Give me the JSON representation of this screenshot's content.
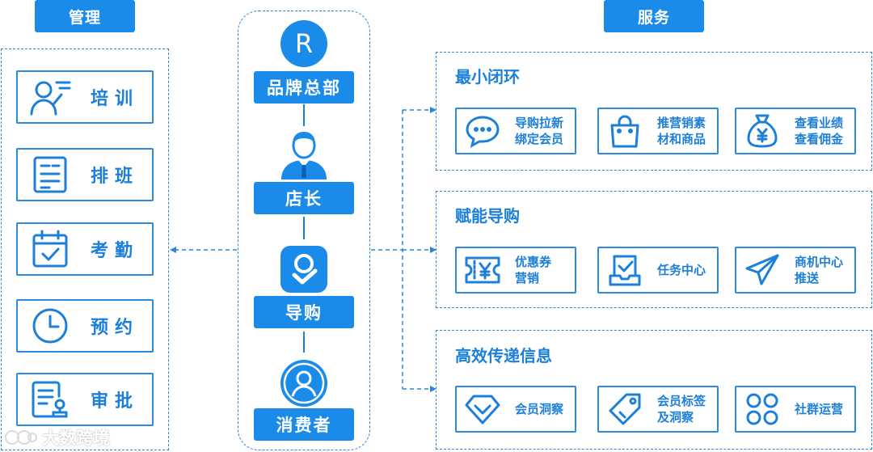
{
  "headers": {
    "management": "管理",
    "services": "服务"
  },
  "management": [
    {
      "label": "培训",
      "icon": "trainer-icon"
    },
    {
      "label": "排班",
      "icon": "schedule-icon"
    },
    {
      "label": "考勤",
      "icon": "calendar-check-icon"
    },
    {
      "label": "预约",
      "icon": "clock-icon"
    },
    {
      "label": "审批",
      "icon": "approval-icon"
    }
  ],
  "center": {
    "nodes": [
      {
        "label": "品牌总部",
        "icon": "brand-r-icon"
      },
      {
        "label": "店长",
        "icon": "manager-icon"
      },
      {
        "label": "导购",
        "icon": "guide-app-icon"
      },
      {
        "label": "消费者",
        "icon": "consumer-icon"
      }
    ],
    "brand_letter": "R"
  },
  "services": [
    {
      "title": "最小闭环",
      "items": [
        {
          "line1": "导购拉新",
          "line2": "绑定会员",
          "icon": "chat-icon"
        },
        {
          "line1": "推营销素",
          "line2": "材和商品",
          "icon": "shopping-bag-icon"
        },
        {
          "line1": "查看业绩",
          "line2": "查看佣金",
          "icon": "money-bag-icon"
        }
      ]
    },
    {
      "title": "赋能导购",
      "items": [
        {
          "line1": "优惠券",
          "line2": "营销",
          "icon": "coupon-icon"
        },
        {
          "line1": "任务中心",
          "line2": "",
          "icon": "task-icon"
        },
        {
          "line1": "商机中心",
          "line2": "推送",
          "icon": "send-icon"
        }
      ]
    },
    {
      "title": "高效传递信息",
      "items": [
        {
          "line1": "会员洞察",
          "line2": "",
          "icon": "vip-icon"
        },
        {
          "line1": "会员标签",
          "line2": "及洞察",
          "icon": "tag-icon"
        },
        {
          "line1": "社群运营",
          "line2": "",
          "icon": "community-icon"
        }
      ]
    }
  ],
  "watermark": "大数跨境",
  "colors": {
    "primary": "#1a8be8",
    "text": "#1c7fd9",
    "border": "#2c8be0"
  }
}
